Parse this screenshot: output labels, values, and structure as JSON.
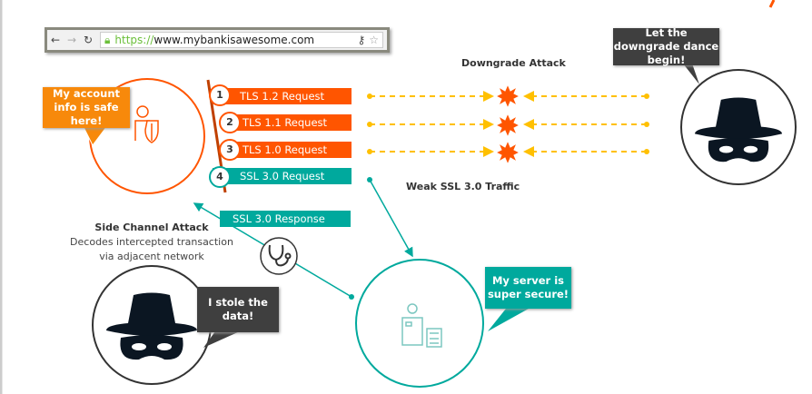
{
  "browser": {
    "url_scheme": "https://",
    "url_host": "www.mybankisawesome.com"
  },
  "bubbles": {
    "account": "My account info is safe here!",
    "downgrade": "Let the downgrade dance begin!",
    "stole": "I stole the data!",
    "server": "My server is super secure!"
  },
  "requests": [
    {
      "num": "1",
      "label": "TLS 1.2 Request"
    },
    {
      "num": "2",
      "label": "TLS 1.1 Request"
    },
    {
      "num": "3",
      "label": "TLS 1.0 Request"
    },
    {
      "num": "4",
      "label": "SSL 3.0 Request"
    }
  ],
  "response": "SSL 3.0 Response",
  "labels": {
    "downgrade_attack": "Downgrade Attack",
    "weak_traffic": "Weak SSL 3.0 Traffic",
    "side_channel_title": "Side Channel Attack",
    "side_channel_desc1": "Decodes intercepted transaction",
    "side_channel_desc2": "via adjacent network"
  },
  "colors": {
    "orange": "#ff5500",
    "teal": "#00a99d",
    "yellow": "#ffc000",
    "dark": "#3f3f3f",
    "bubble_orange": "#f7890b"
  }
}
